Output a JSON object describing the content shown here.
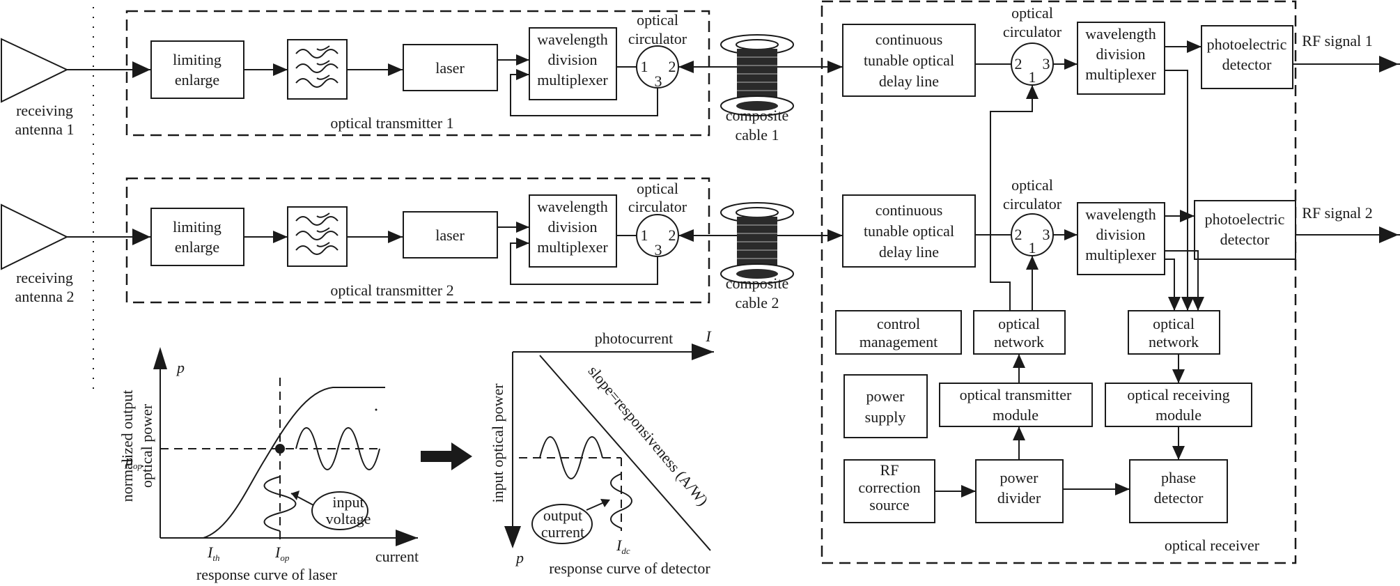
{
  "antenna1": [
    "receiving",
    "antenna 1"
  ],
  "antenna2": [
    "receiving",
    "antenna 2"
  ],
  "limiting_enlarge": [
    "limiting",
    "enlarge"
  ],
  "laser": "laser",
  "wdm": [
    "wavelength",
    "division",
    "multiplexer"
  ],
  "optical_circulator": [
    "optical",
    "circulator"
  ],
  "port_1": "1",
  "port_2": "2",
  "port_3": "3",
  "optical_transmitter_1": "optical transmitter  1",
  "optical_transmitter_2": "optical transmitter  2",
  "composite_cable_1": [
    "composite",
    "cable 1"
  ],
  "composite_cable_2": [
    "composite",
    "cable 2"
  ],
  "delay_line": [
    "continuous",
    "tunable optical",
    "delay line"
  ],
  "photoelectric_detector": [
    "photoelectric",
    "detector"
  ],
  "rf_signal_1": "RF signal  1",
  "rf_signal_2": "RF signal  2",
  "control_management": [
    "control",
    "management"
  ],
  "optical_network": [
    "optical",
    "network"
  ],
  "power_supply": [
    "power",
    "supply"
  ],
  "optical_transmitter_module": [
    "optical transmitter",
    "module"
  ],
  "optical_receiving_module": [
    "optical receiving",
    "module"
  ],
  "rf_correction_source": [
    "RF",
    "correction",
    "source"
  ],
  "power_divider": [
    "power",
    "divider"
  ],
  "phase_detector": [
    "phase",
    "detector"
  ],
  "optical_receiver": "optical receiver",
  "laser_curve": {
    "y_axis_symbol": "p",
    "y_label": [
      "normalized output",
      "optical power"
    ],
    "p_op": "p",
    "p_op_sub": "op",
    "i_th": "I",
    "i_th_sub": "th",
    "i_op": "I",
    "i_op_sub": "op",
    "x_label": "current",
    "input_voltage": [
      "input",
      "voltage"
    ],
    "caption": "response curve of laser"
  },
  "detector_curve": {
    "x_label": "photocurrent",
    "x_axis_symbol": "I",
    "y_label": "input optical power",
    "y_axis_symbol": "p",
    "slope_label": "slope=responsiveness (A/W)",
    "output_current": [
      "output",
      "current"
    ],
    "i_dc": "I",
    "i_dc_sub": "dc",
    "caption": "response curve of detector"
  }
}
